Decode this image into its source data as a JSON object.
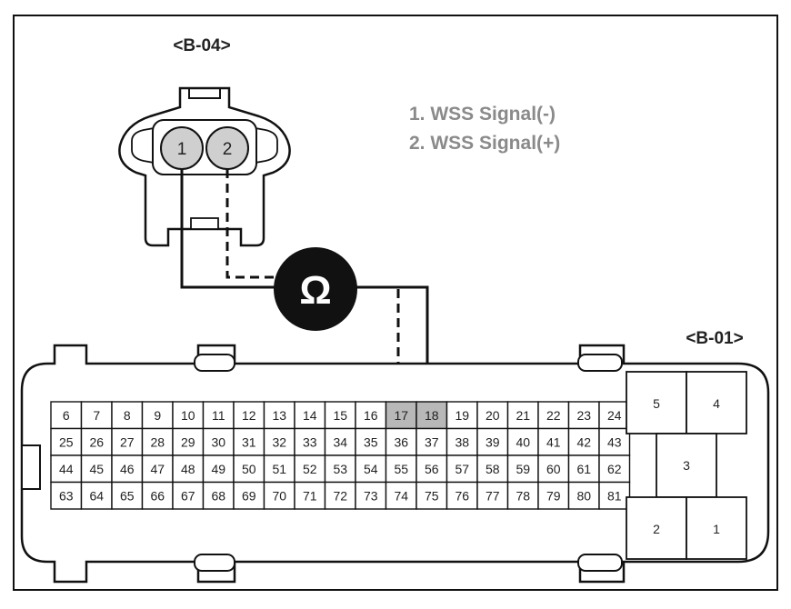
{
  "connector_b04": {
    "label": "<B-04>",
    "pins": [
      "1",
      "2"
    ]
  },
  "legend": {
    "items": [
      "1. WSS Signal(-)",
      "2. WSS Signal(+)"
    ]
  },
  "meter": {
    "symbol": "Ω"
  },
  "connector_b01": {
    "label": "<B-01>",
    "rows": [
      [
        "6",
        "7",
        "8",
        "9",
        "10",
        "11",
        "12",
        "13",
        "14",
        "15",
        "16",
        "17",
        "18",
        "19",
        "20",
        "21",
        "22",
        "23",
        "24"
      ],
      [
        "25",
        "26",
        "27",
        "28",
        "29",
        "30",
        "31",
        "32",
        "33",
        "34",
        "35",
        "36",
        "37",
        "38",
        "39",
        "40",
        "41",
        "42",
        "43"
      ],
      [
        "44",
        "45",
        "46",
        "47",
        "48",
        "49",
        "50",
        "51",
        "52",
        "53",
        "54",
        "55",
        "56",
        "57",
        "58",
        "59",
        "60",
        "61",
        "62"
      ],
      [
        "63",
        "64",
        "65",
        "66",
        "67",
        "68",
        "69",
        "70",
        "71",
        "72",
        "73",
        "74",
        "75",
        "76",
        "77",
        "78",
        "79",
        "80",
        "81"
      ]
    ],
    "highlighted_pins": [
      "17",
      "18"
    ],
    "power_pins": [
      "5",
      "4",
      "3",
      "2",
      "1"
    ]
  },
  "colors": {
    "line": "#111111",
    "highlight": "#b8b8b8",
    "pin_fill": "#cfcfcf",
    "legend_text": "#8a8a8a"
  }
}
